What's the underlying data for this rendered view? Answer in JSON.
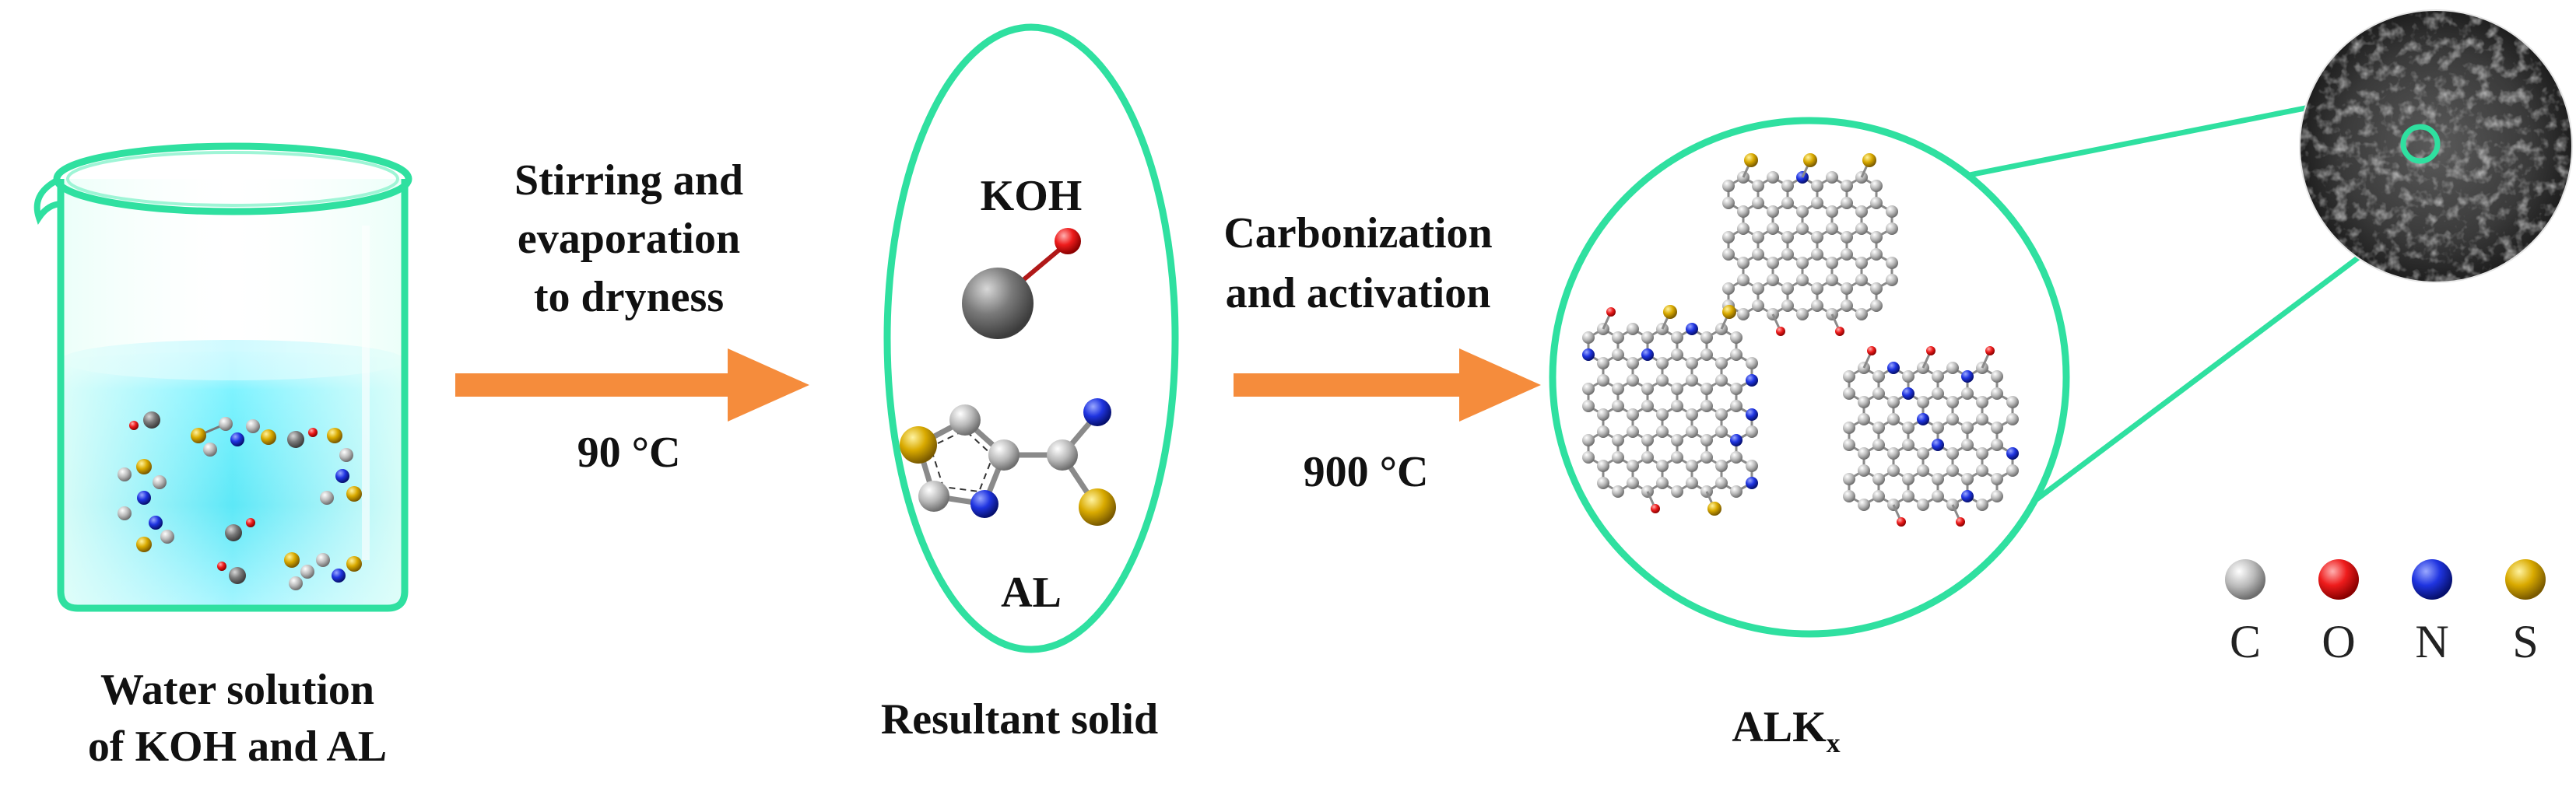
{
  "steps": {
    "beaker_caption_line1": "Water solution",
    "beaker_caption_line2": "of KOH and AL",
    "step1_line1": "Stirring and",
    "step1_line2": "evaporation",
    "step1_line3": "to dryness",
    "step1_temp": "90 °C",
    "solid_caption": "Resultant solid",
    "koh_label": "KOH",
    "al_label": "AL",
    "step2_line1": "Carbonization",
    "step2_line2": "and activation",
    "step2_temp": "900 °C",
    "product_label": "ALK",
    "product_subscript": "x"
  },
  "legend": [
    {
      "symbol": "C",
      "color": "#b8b8b8"
    },
    {
      "symbol": "O",
      "color": "#e8161b"
    },
    {
      "symbol": "N",
      "color": "#1a2fd6"
    },
    {
      "symbol": "S",
      "color": "#d1a300"
    }
  ],
  "colors": {
    "accent_green": "#2fe0a0",
    "arrow_orange": "#f58c3c",
    "water_cyan": "#3fe6f6"
  }
}
